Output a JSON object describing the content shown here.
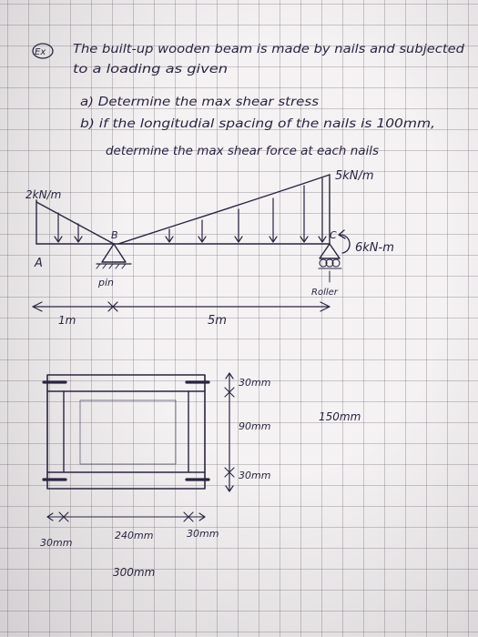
{
  "problem": {
    "number_label": "Ex",
    "line1": "The built-up wooden beam is made by nails and subjected",
    "line2": "to a loading as given",
    "part_a": "a) Determine the max shear stress",
    "part_b1": "b) if the longitudial spacing of the nails is 100mm,",
    "part_b2": "determine the max shear force at each nails"
  },
  "beam": {
    "load_left": "2kN/m",
    "load_right": "5kN/m",
    "label_a": "A",
    "label_b": "B",
    "label_c": "C",
    "moment": "6kN-m",
    "support_b": "pin",
    "support_c": "Roller",
    "dim_ab": "1m",
    "dim_bc": "5m"
  },
  "section": {
    "dim_top": "30mm",
    "dim_mid": "90mm",
    "dim_bot": "30mm",
    "dim_height": "150mm",
    "dim_left": "30mm",
    "dim_web": "240mm",
    "dim_right": "30mm",
    "dim_width": "300mm"
  },
  "colors": {
    "ink": "#2a2440",
    "paper": "#f4f2f3"
  }
}
